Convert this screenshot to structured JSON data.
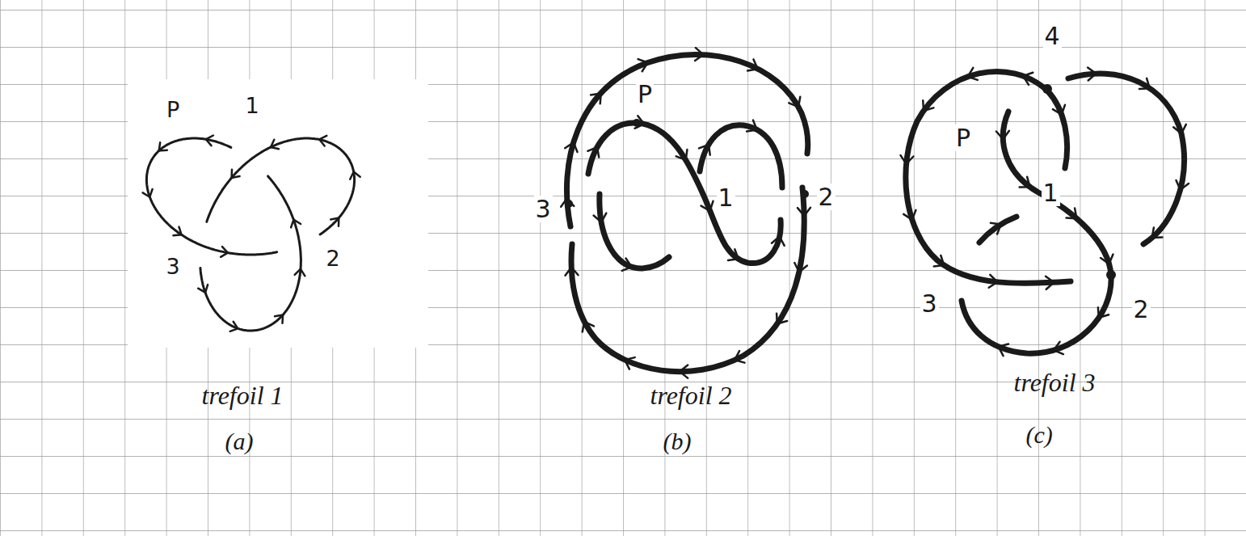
{
  "diagram": {
    "labels": [
      "P",
      "1",
      "3",
      "2",
      "trefoil 1",
      "(a)",
      "P",
      "3",
      "1",
      "2",
      "trefoil 2",
      "(b)",
      "4",
      "P",
      "1",
      "3",
      "2",
      "trefoil 3",
      "(c)"
    ]
  }
}
